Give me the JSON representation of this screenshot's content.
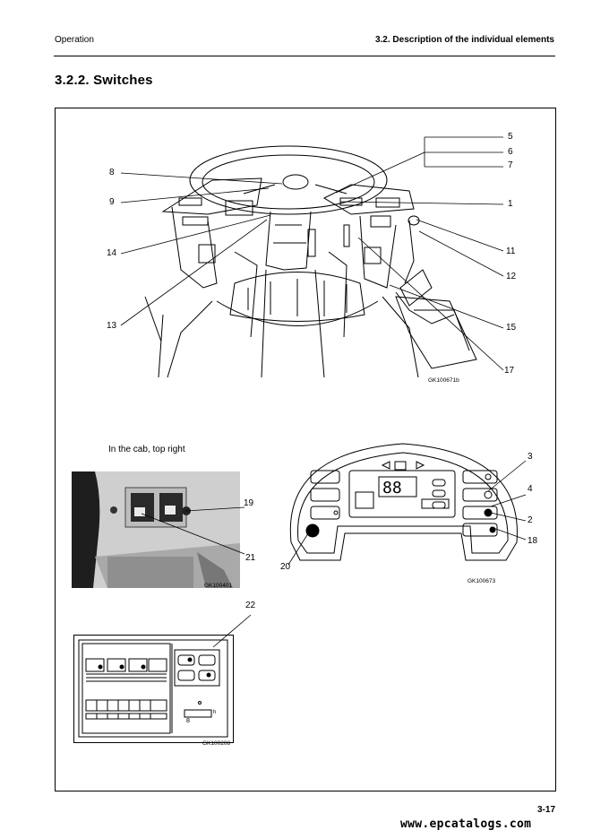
{
  "header": {
    "left": "Operation",
    "right": "3.2.  Description of the individual elements"
  },
  "section": {
    "title": "3.2.2.   Switches"
  },
  "figure_main": {
    "callouts": {
      "n5": "5",
      "n6": "6",
      "n7": "7",
      "n8": "8",
      "n9": "9",
      "n1": "1",
      "n14": "14",
      "n11": "11",
      "n12": "12",
      "n13": "13",
      "n15": "15",
      "n17": "17"
    },
    "code": "GK100671b"
  },
  "figure_cab": {
    "caption": "In the cab, top right",
    "callouts": {
      "n19": "19",
      "n21": "21"
    },
    "code": "GK100401"
  },
  "figure_dash": {
    "callouts": {
      "n3": "3",
      "n4": "4",
      "n2": "2",
      "n18": "18",
      "n20": "20"
    },
    "code": "GK100673"
  },
  "figure_panel": {
    "callouts": {
      "n22": "22"
    },
    "code": "GK100208",
    "hour_label": "h",
    "small_label": "8"
  },
  "footer": {
    "page": "3-17",
    "watermark": "www.epcatalogs.com"
  }
}
